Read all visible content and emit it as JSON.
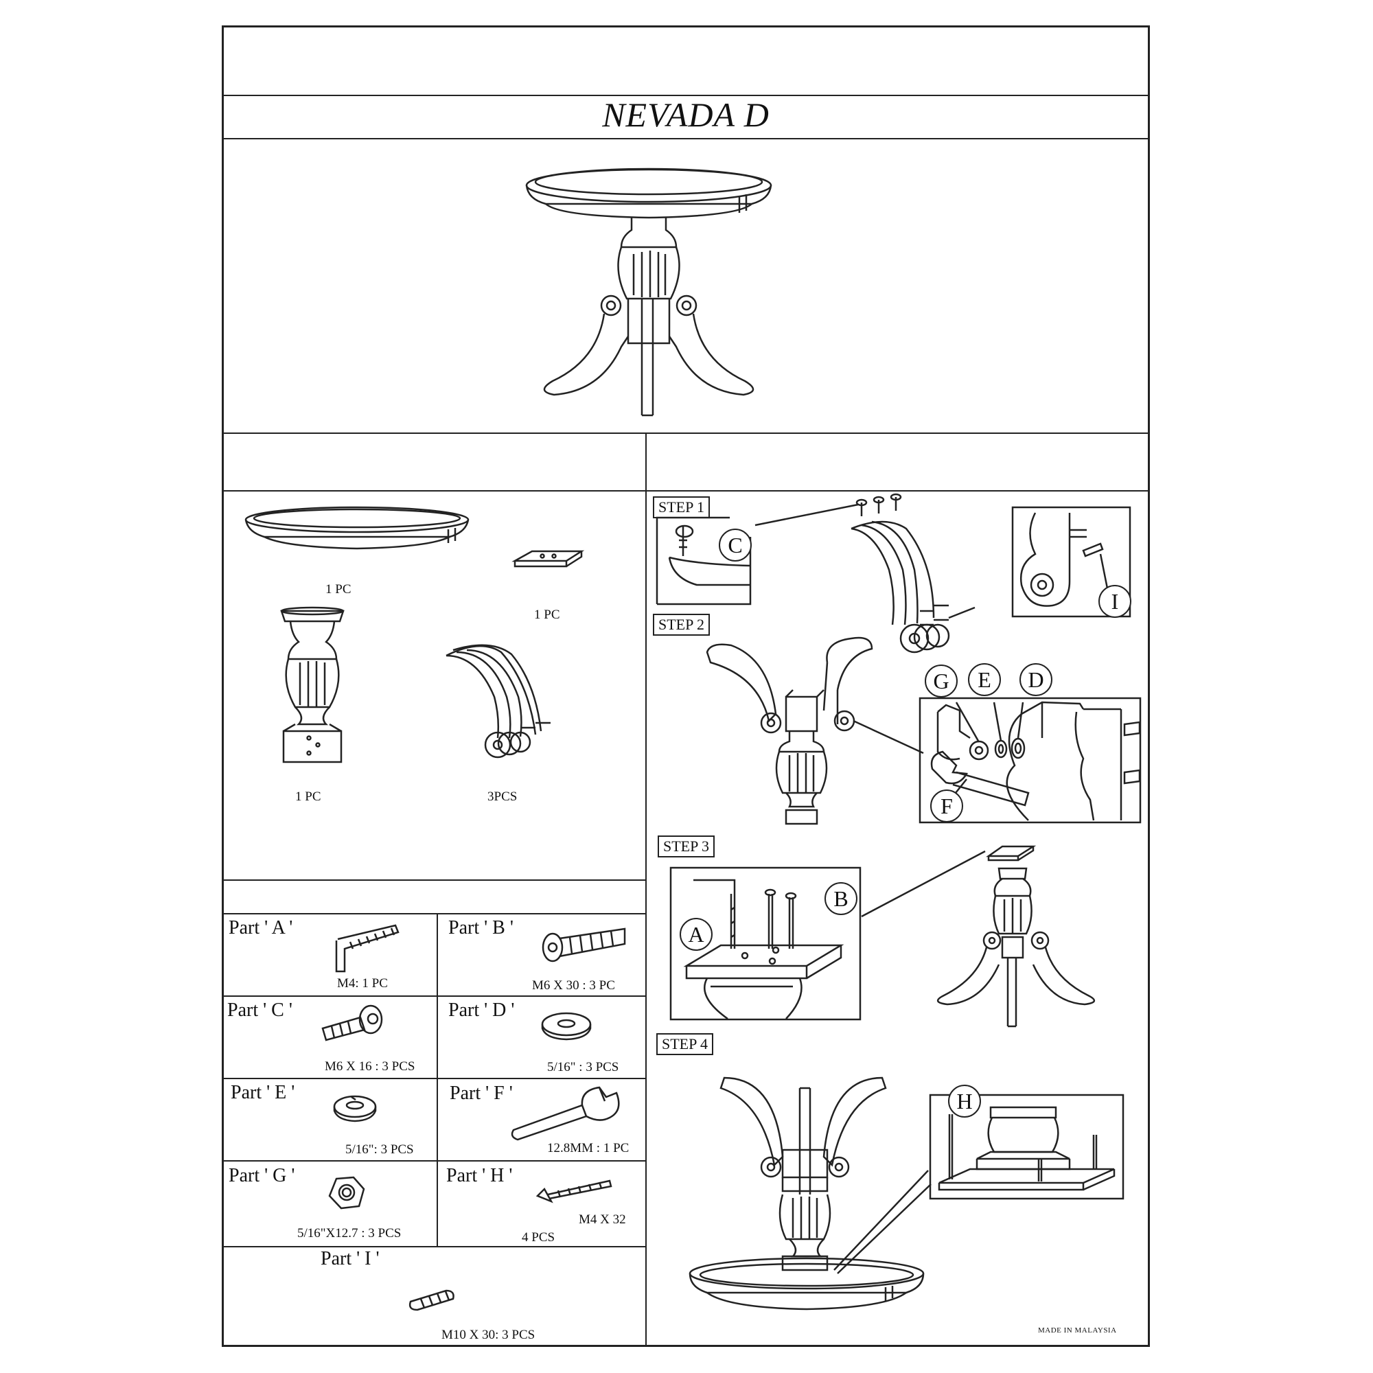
{
  "title": "NEVADA D",
  "inventory": {
    "top_qty": "1 PC",
    "plate_qty": "1 PC",
    "pedestal_qty": "1 PC",
    "legs_qty": "3PCS"
  },
  "parts": [
    {
      "label": "Part ' A '",
      "spec": "M4: 1 PC"
    },
    {
      "label": "Part ' B '",
      "spec": "M6 X 30 : 3 PC"
    },
    {
      "label": "Part ' C '",
      "spec": "M6 X 16 : 3 PCS"
    },
    {
      "label": "Part ' D '",
      "spec": "5/16\" : 3 PCS"
    },
    {
      "label": "Part ' E '",
      "spec": "5/16\": 3 PCS"
    },
    {
      "label": "Part ' F '",
      "spec": "12.8MM : 1 PC"
    },
    {
      "label": "Part ' G '",
      "spec": "5/16\"X12.7 : 3 PCS"
    },
    {
      "label": "Part ' H '",
      "spec": "M4 X 32",
      "qty": "4 PCS"
    },
    {
      "label": "Part ' I '",
      "spec": "M10 X 30: 3 PCS"
    }
  ],
  "steps": [
    "STEP 1",
    "STEP 2",
    "STEP 3",
    "STEP 4"
  ],
  "callouts": {
    "a": "A",
    "b": "B",
    "c": "C",
    "d": "D",
    "e": "E",
    "f": "F",
    "g": "G",
    "h": "H",
    "i": "I"
  },
  "footer": "MADE IN MALAYSIA"
}
